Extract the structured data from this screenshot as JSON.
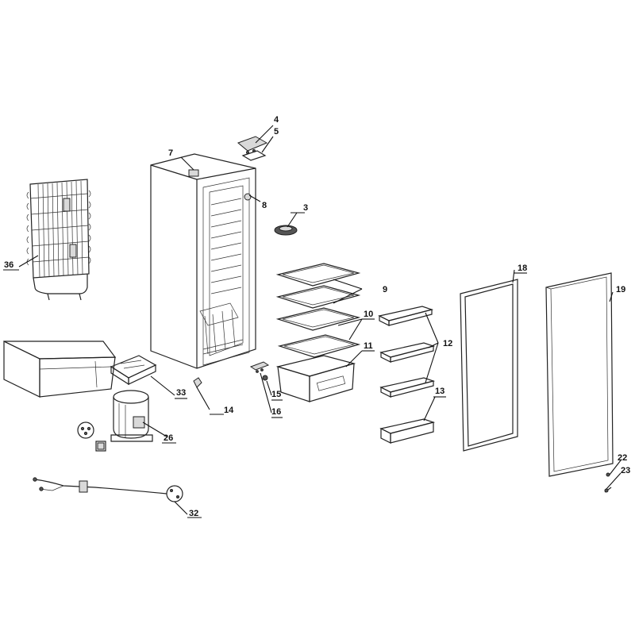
{
  "labels": {
    "l3": "3",
    "l4": "4",
    "l5": "5",
    "l7": "7",
    "l8": "8",
    "l9": "9",
    "l10": "10",
    "l11": "11",
    "l12": "12",
    "l13": "13",
    "l14": "14",
    "l15": "15",
    "l16": "16",
    "l18": "18",
    "l19": "19",
    "l22": "22",
    "l23": "23",
    "l26": "26",
    "l32": "32",
    "l33": "33",
    "l36": "36"
  }
}
